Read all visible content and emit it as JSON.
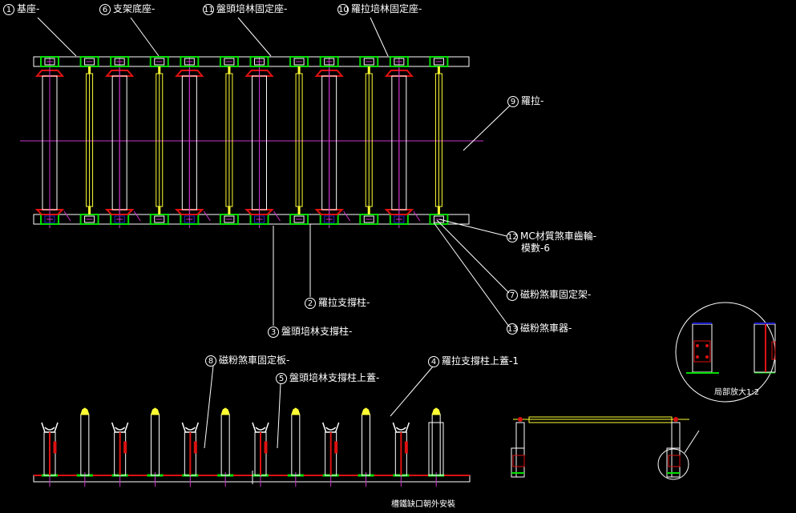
{
  "drawing": {
    "colors": {
      "background": "#000000",
      "outline": "#ffffff",
      "roller_post": "#ffff33",
      "guide_line": "#cc33cc",
      "bracket": "#00dd00",
      "brake_plate": "#dd1111",
      "bearing": "#2222cc"
    },
    "callouts": [
      {
        "id": "1",
        "text": "基座-"
      },
      {
        "id": "6",
        "text": "支架底座-"
      },
      {
        "id": "11",
        "text": "盤頭培林固定座-"
      },
      {
        "id": "10",
        "text": "羅拉培林固定座-"
      },
      {
        "id": "9",
        "text": "羅拉-"
      },
      {
        "id": "12",
        "text": "MC材質煞車齒輪-",
        "text2": "模數-6"
      },
      {
        "id": "7",
        "text": "磁粉煞車固定架-"
      },
      {
        "id": "13",
        "text": "磁粉煞車器-"
      },
      {
        "id": "2",
        "text": "羅拉支撐柱-"
      },
      {
        "id": "3",
        "text": "盤頭培林支撐柱-"
      },
      {
        "id": "8",
        "text": "磁粉煞車固定板-"
      },
      {
        "id": "5",
        "text": "盤頭培林支撐柱上蓋-"
      },
      {
        "id": "4",
        "text": "羅拉支撐柱上蓋-1"
      }
    ],
    "detail_label": "局部放大1:2",
    "bottom_note": "槽鐵缺口朝外安裝",
    "plan_units": [
      "drum",
      "roller",
      "drum",
      "roller",
      "drum",
      "roller",
      "drum",
      "roller",
      "drum",
      "roller",
      "drum",
      "roller"
    ],
    "elevation_units": [
      "drum",
      "roller",
      "drum",
      "roller",
      "drum",
      "roller",
      "drum",
      "roller",
      "drum",
      "roller",
      "drum",
      "roller"
    ]
  }
}
